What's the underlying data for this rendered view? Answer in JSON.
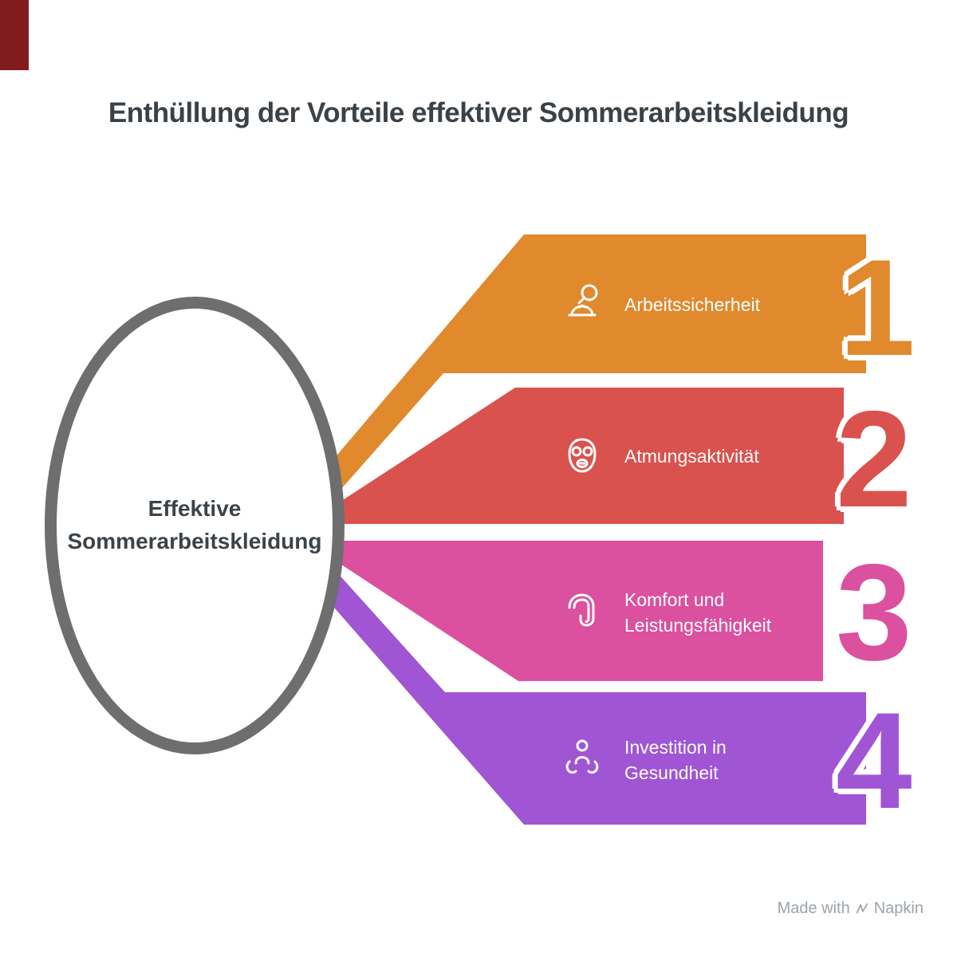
{
  "title": "Enthüllung der Vorteile effektiver Sommerarbeitskleidung",
  "center_node": {
    "line1": "Effektive",
    "line2": "Sommerarbeitskleidung"
  },
  "items": [
    {
      "number": "1",
      "color": "#E0892D",
      "icon": "helmet-magnifier-icon",
      "label_lines": [
        "Arbeitssicherheit"
      ]
    },
    {
      "number": "2",
      "color": "#D9524E",
      "icon": "gas-mask-icon",
      "label_lines": [
        "Atmungsaktivität"
      ]
    },
    {
      "number": "3",
      "color": "#DB509F",
      "icon": "fabric-hook-icon",
      "label_lines": [
        "Komfort und",
        "Leistungsfähigkeit"
      ]
    },
    {
      "number": "4",
      "color": "#A055D5",
      "icon": "person-care-icon",
      "label_lines": [
        "Investition in",
        "Gesundheit"
      ]
    }
  ],
  "colors": {
    "title_text": "#3B4247",
    "circle_border": "#6E6E6E",
    "corner_artifact": "#821C1C",
    "label_text": "#FFFFFF",
    "watermark_text": "#9CA3AA"
  },
  "watermark": {
    "prefix": "Made with",
    "brand": "Napkin"
  }
}
